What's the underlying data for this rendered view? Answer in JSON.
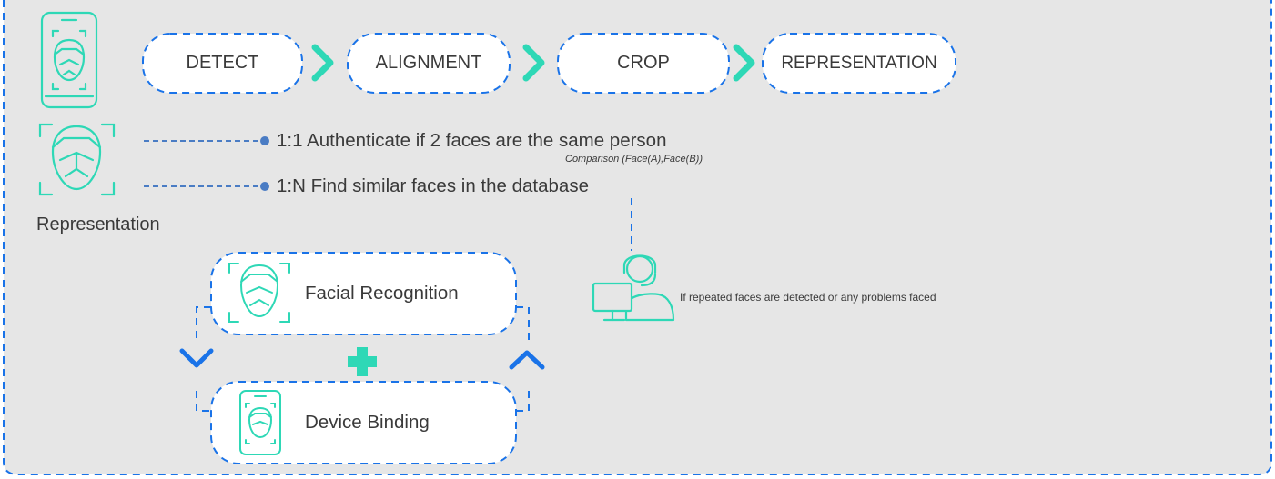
{
  "pipeline": {
    "steps": [
      "DETECT",
      "ALIGNMENT",
      "CROP",
      "REPRESENTATION"
    ]
  },
  "representation": {
    "label": "Representation",
    "one_to_one": "1:1 Authenticate if 2 faces are the same person",
    "comparison": "Comparison (Face(A),Face(B))",
    "one_to_n": "1:N Find similar faces in the database"
  },
  "support": {
    "note": "If repeated faces are detected or any problems faced"
  },
  "cycle": {
    "top": "Facial Recognition",
    "bottom": "Device Binding"
  },
  "colors": {
    "background": "#e6e6e6",
    "dash_blue": "#1a73e8",
    "teal": "#2ed8b6",
    "dot_blue": "#4a7cc4"
  }
}
